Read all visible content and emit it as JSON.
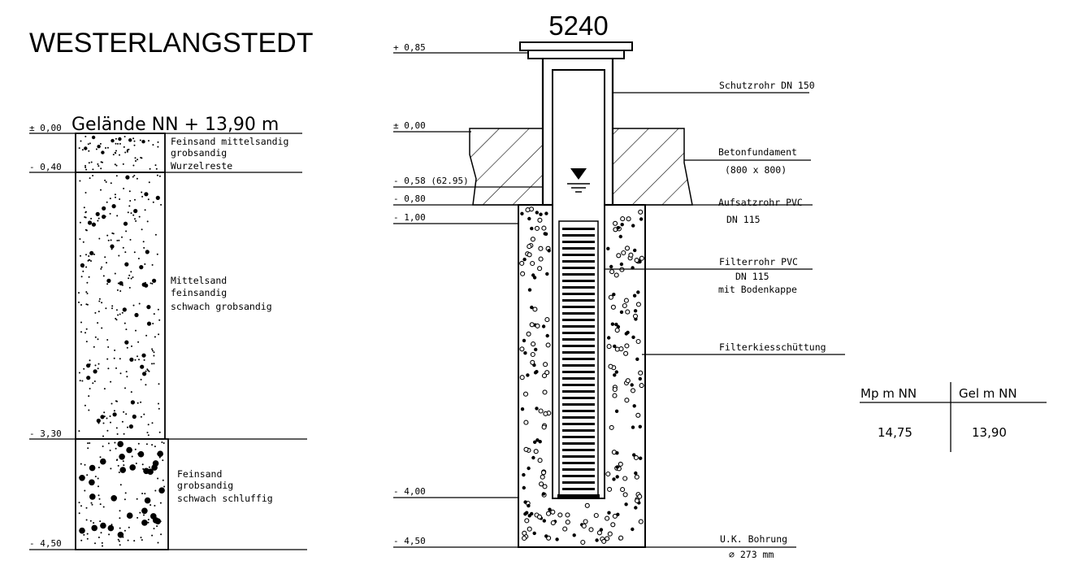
{
  "title": "WESTERLANGSTEDT",
  "well_number": "5240",
  "borehole_log": {
    "header": "Gelände NN + 13,90 m",
    "levels": [
      "± 0,00",
      "- 0,40",
      "- 3,30",
      "- 4,50"
    ],
    "layers": [
      {
        "lines": [
          "Feinsand mittelsandig",
          "grobsandig",
          "Wurzelreste"
        ]
      },
      {
        "lines": [
          "Mittelsand",
          "feinsandig",
          "schwach grobsandig"
        ]
      },
      {
        "lines": [
          "Feinsand",
          "grobsandig",
          "schwach schluffig"
        ]
      }
    ]
  },
  "well_section": {
    "levels": [
      "+ 0,85",
      "± 0,00",
      "- 0,58 (62.95)",
      "- 0,80",
      "- 1,00",
      "- 4,00",
      "- 4,50"
    ],
    "labels": {
      "schutzrohr": [
        "Schutzrohr DN 150"
      ],
      "beton": [
        "Betonfundament",
        "(800 x 800)"
      ],
      "aufsatz": [
        "Aufsatzrohr PVC",
        "DN 115"
      ],
      "filter": [
        "Filterrohr PVC",
        "DN 115",
        "mit Bodenkappe"
      ],
      "kies": [
        "Filterkiesschüttung"
      ],
      "bohrung": [
        "U.K. Bohrung",
        "⌀ 273 mm"
      ]
    }
  },
  "table": {
    "headers": [
      "Mp m NN",
      "Gel  m NN"
    ],
    "values": [
      "14,75",
      "13,90"
    ]
  }
}
